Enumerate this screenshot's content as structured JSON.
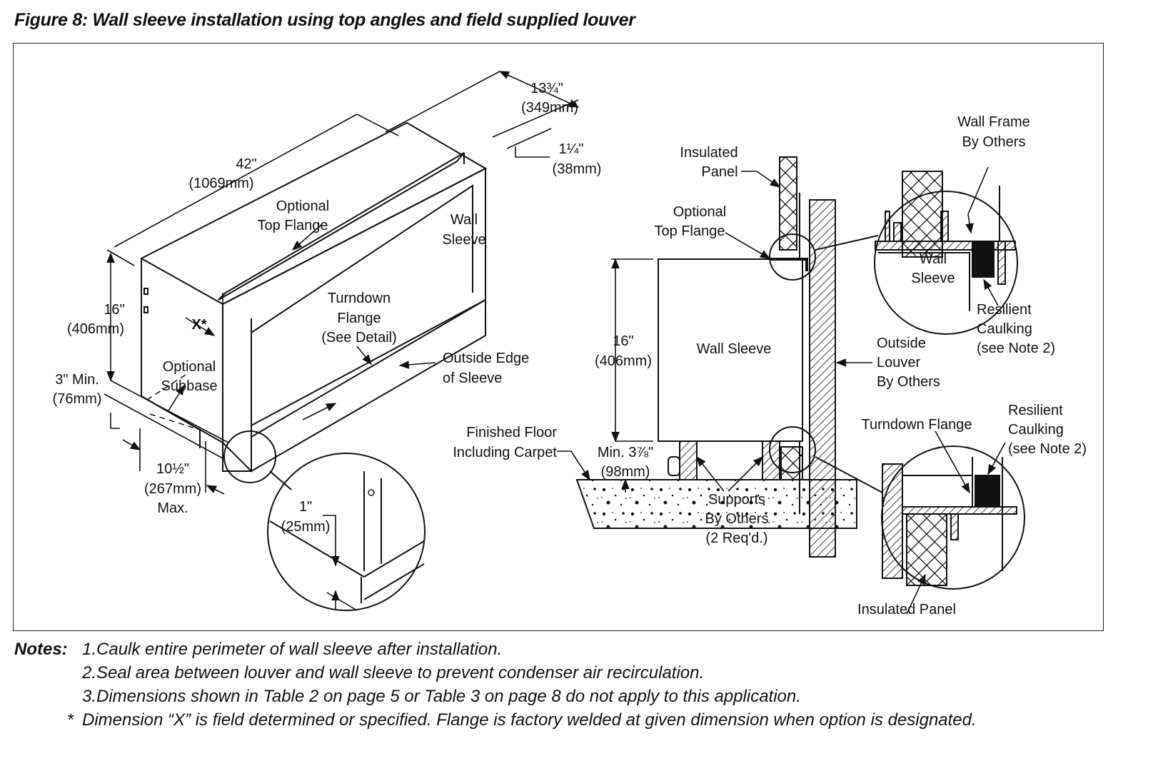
{
  "figure": {
    "title": "Figure 8: Wall sleeve installation using top angles and field supplied louver"
  },
  "left_view": {
    "dim_length": "42\"",
    "dim_length_mm": "(1069mm)",
    "dim_depth": "13¾\"",
    "dim_depth_mm": "(349mm)",
    "dim_flange": "1¼\"",
    "dim_flange_mm": "(38mm)",
    "optional_top_flange": [
      "Optional",
      "Top Flange"
    ],
    "wall_sleeve": [
      "Wall",
      "Sleeve"
    ],
    "dim_height": "16\"",
    "dim_height_mm": "(406mm)",
    "x_marker": "X*",
    "turndown_flange": [
      "Turndown",
      "Flange",
      "(See Detail)"
    ],
    "outside_edge": [
      "Outside Edge",
      "of Sleeve"
    ],
    "optional_subbase": [
      "Optional",
      "Subbase"
    ],
    "dim_subbase_min": "3\" Min.",
    "dim_subbase_min_mm": "(76mm)",
    "dim_subbase_depth": "10½\"",
    "dim_subbase_depth_mm": "(267mm)",
    "dim_subbase_max": "Max.",
    "detail_dim": "1\"",
    "detail_dim_mm": "(25mm)"
  },
  "right_view": {
    "insulated_panel_top": [
      "Insulated",
      "Panel"
    ],
    "optional_top_flange": [
      "Optional",
      "Top Flange"
    ],
    "dim_height": "16\"",
    "dim_height_mm": "(406mm)",
    "wall_sleeve": "Wall Sleeve",
    "outside_louver": [
      "Outside",
      "Louver",
      "By Others"
    ],
    "finished_floor": [
      "Finished Floor",
      "Including Carpet"
    ],
    "dim_min": "Min. 3⅞\"",
    "dim_min_mm": "(98mm)",
    "supports": [
      "Supports",
      "By Others",
      "(2 Req'd.)"
    ],
    "wall_frame": [
      "Wall Frame",
      "By Others"
    ],
    "detail_top_sleeve": [
      "Wall",
      "Sleeve"
    ],
    "resilient_caulking_top": [
      "Resilient",
      "Caulking",
      "(see Note 2)"
    ],
    "turndown_flange": "Turndown Flange",
    "resilient_caulking_bottom": [
      "Resilient",
      "Caulking",
      "(see Note 2)"
    ],
    "insulated_panel_bottom": "Insulated Panel"
  },
  "notes": {
    "heading": "Notes:",
    "items": [
      "1.Caulk entire perimeter of wall sleeve after installation.",
      "2.Seal area between louver and wall sleeve to prevent condenser air recirculation.",
      "3.Dimensions shown in Table 2 on page 5 or Table 3 on page 8 do not apply to this application."
    ],
    "asterisk": "*",
    "asterisk_note": "Dimension “X” is field determined or specified. Flange is factory welded at given dimension when option is designated."
  }
}
